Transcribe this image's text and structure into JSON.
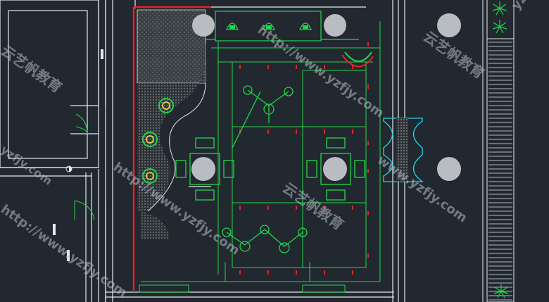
{
  "colors": {
    "background": "#212830",
    "wall": "#e6e9ee",
    "fixture": "#22d64a",
    "circuit": "#e02424",
    "accent": "#2ad4e8",
    "hatch": "#8a8f96",
    "column": "#b9bcc0"
  },
  "watermarks": [
    {
      "id": "wm1",
      "text": "云艺帆教育"
    },
    {
      "id": "wm2",
      "text": "云艺帆教育"
    },
    {
      "id": "wm3",
      "text": "云艺帆教育"
    },
    {
      "id": "wm4",
      "text": "http://www.yzfjy.com"
    },
    {
      "id": "wm5",
      "text": "http://www.yzfjy.com"
    },
    {
      "id": "wm6",
      "text": "http://www.yzfjy.com"
    },
    {
      "id": "wm7",
      "text": "www.yzfjy.com"
    },
    {
      "id": "wm8",
      "text": "yzfjy.com"
    },
    {
      "id": "wm9",
      "text": "yzfjy"
    }
  ]
}
